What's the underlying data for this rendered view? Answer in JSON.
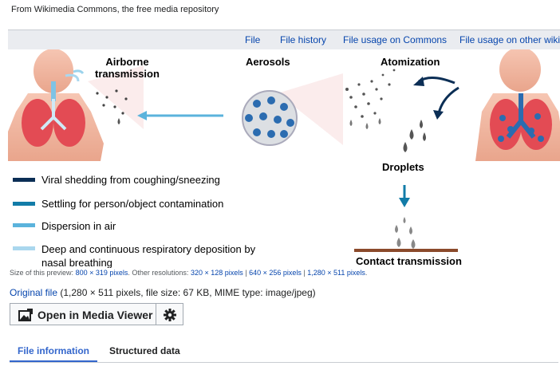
{
  "header": {
    "repo_line": "From Wikimedia Commons, the free media repository"
  },
  "filebar": {
    "tabs": [
      {
        "label": "File"
      },
      {
        "label": "File history"
      },
      {
        "label": "File usage on Commons"
      },
      {
        "label": "File usage on other wikis"
      }
    ]
  },
  "figure": {
    "labels": {
      "airborne": "Airborne\ntransmission",
      "aerosols": "Aerosols",
      "atomization": "Atomization",
      "droplets": "Droplets",
      "contact": "Contact transmission"
    },
    "legend": [
      {
        "text": "Viral shedding from coughing/sneezing",
        "color": "#0b2e55"
      },
      {
        "text": "Settling for person/object contamination",
        "color": "#127ca8"
      },
      {
        "text": "Dispersion in air",
        "color": "#5bb3dc"
      },
      {
        "text": "Deep and continuous respiratory deposition by\nnasal breathing",
        "color": "#aad7ee"
      }
    ]
  },
  "size_info": {
    "preview_prefix": "Size of this preview:",
    "preview_size": "800 × 319 pixels",
    "other_prefix": ". Other resolutions:",
    "res1": "320 × 128 pixels",
    "sep1": " | ",
    "res2": "640 × 256 pixels",
    "sep2": " | ",
    "res3": "1,280 × 511 pixels",
    "end": "."
  },
  "original": {
    "link": "Original file",
    "details": " (1,280 × 511 pixels, file size: 67 KB, MIME type: image/jpeg)"
  },
  "media_viewer": {
    "open_label": "Open in Media Viewer"
  },
  "bottom_tabs": [
    {
      "label": "File information",
      "active": true
    },
    {
      "label": "Structured data",
      "active": false
    }
  ]
}
